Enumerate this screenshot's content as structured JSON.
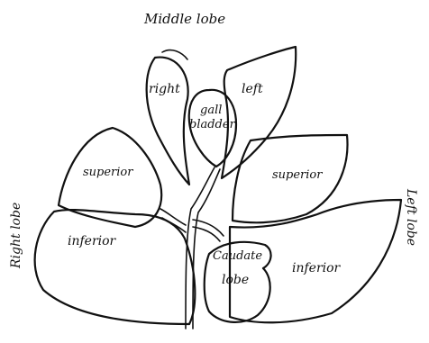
{
  "title": "Middle lobe",
  "side_labels": {
    "right": "Right lobe",
    "left": "Left lobe"
  },
  "parts": {
    "middle_right": "right",
    "middle_left": "left",
    "gall_bladder_line1": "gall",
    "gall_bladder_line2": "bladder",
    "right_superior": "superior",
    "right_inferior": "inferior",
    "left_superior": "superior",
    "left_inferior": "inferior",
    "caudate_line1": "Caudate",
    "caudate_line2": "lobe"
  }
}
